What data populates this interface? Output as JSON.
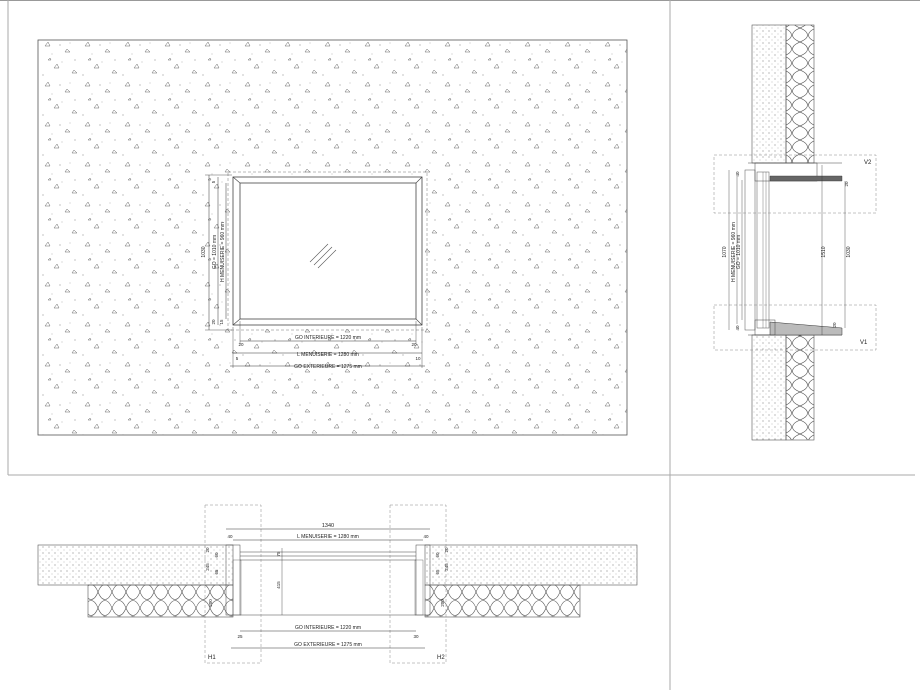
{
  "elevation": {
    "go_interieure": "GO INTERIEURE = 1220 mm",
    "l_menuiserie": "L MENUISERIE = 1280 mm",
    "go_exterieure": "GO EXTERIEURE = 1275 mm",
    "go_height": "GO = 1010 mm",
    "h_menuiserie": "H MENUISERIE = 960 mm",
    "dim_1030": "1030",
    "dim_5": "5",
    "dim_20_left": "20",
    "dim_15": "15",
    "dim_20_a": "20",
    "dim_20_b": "20",
    "dim_5_b": "5",
    "dim_10": "10"
  },
  "vertical_section": {
    "v1": "V1",
    "v2": "V2",
    "d40_top": "40",
    "d20_top": "20",
    "d40_bot": "40",
    "d20_bot": "20",
    "d1070": "1070",
    "h_menuiserie": "H MENUISERIE = 960 mm",
    "go": "GO = 1010 mm",
    "d1510": "1510",
    "d1030": "1030"
  },
  "horizontal_section": {
    "h1": "H1",
    "h2": "H2",
    "d1340": "1340",
    "l_menuiserie": "L MENUISERIE = 1280 mm",
    "go_interieure": "GO INTERIEURE = 1220 mm",
    "go_exterieure": "GO EXTERIEURE = 1275 mm",
    "d40_l": "40",
    "d40_r": "40",
    "d20_l": "20",
    "d20_r": "20",
    "d60_l": "60",
    "d60_r": "60",
    "d245_l": "245",
    "d245_r": "245",
    "d65_l": "65",
    "d65_r": "65",
    "d200_l": "200",
    "d200_r": "200",
    "d75": "75",
    "d415": "415",
    "d25": "25",
    "d30": "30"
  }
}
